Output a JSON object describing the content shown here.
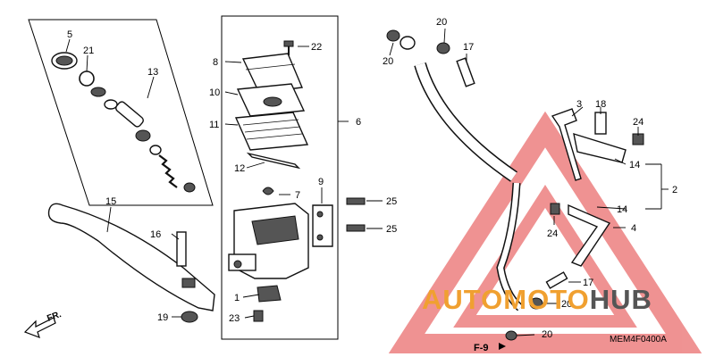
{
  "labels": {
    "p1": "1",
    "p2": "2",
    "p3": "3",
    "p4": "4",
    "p5": "5",
    "p6": "6",
    "p7": "7",
    "p8": "8",
    "p9": "9",
    "p10": "10",
    "p11": "11",
    "p12": "12",
    "p13": "13",
    "p14a": "14",
    "p14b": "14",
    "p15": "15",
    "p16": "16",
    "p17a": "17",
    "p17b": "17",
    "p18": "18",
    "p19": "19",
    "p20a": "20",
    "p20b": "20",
    "p20c": "20",
    "p20d": "20",
    "p21": "21",
    "p22": "22",
    "p23": "23",
    "p24a": "24",
    "p24b": "24",
    "p25a": "25",
    "p25b": "25"
  },
  "ref": {
    "fr": "FR.",
    "f9": "F-9",
    "code": "MEM4F0400A"
  },
  "watermark": {
    "auto": "AUTO",
    "moto": "MOTO",
    "hub": "HUB",
    "color_primary": "#f0a030",
    "color_secondary": "#555555",
    "color_triangle": "#e23a3a"
  }
}
